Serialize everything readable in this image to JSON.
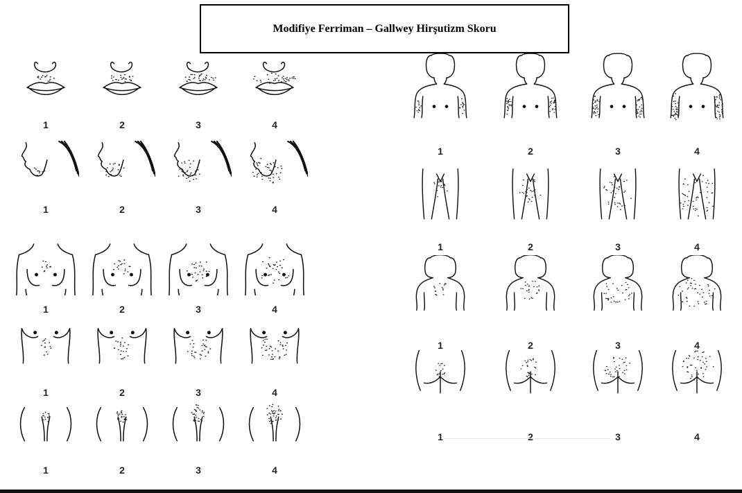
{
  "title": "Modifiye Ferriman – Gallwey Hirşutizm Skoru",
  "scores": [
    "1",
    "2",
    "3",
    "4"
  ],
  "left_panel": {
    "rows": [
      {
        "region": "upper-lip",
        "icon": "upper-lip-icon"
      },
      {
        "region": "chin",
        "icon": "chin-profile-icon"
      },
      {
        "region": "chest",
        "icon": "chest-icon"
      },
      {
        "region": "upper-abdomen",
        "icon": "upper-abdomen-icon"
      },
      {
        "region": "lower-abdomen",
        "icon": "lower-abdomen-icon"
      }
    ]
  },
  "right_panel": {
    "rows": [
      {
        "region": "arm",
        "icon": "upper-arm-icon"
      },
      {
        "region": "thigh",
        "icon": "thigh-icon"
      },
      {
        "region": "upper-back",
        "icon": "upper-back-icon"
      },
      {
        "region": "lower-back",
        "icon": "lower-back-icon"
      }
    ]
  }
}
